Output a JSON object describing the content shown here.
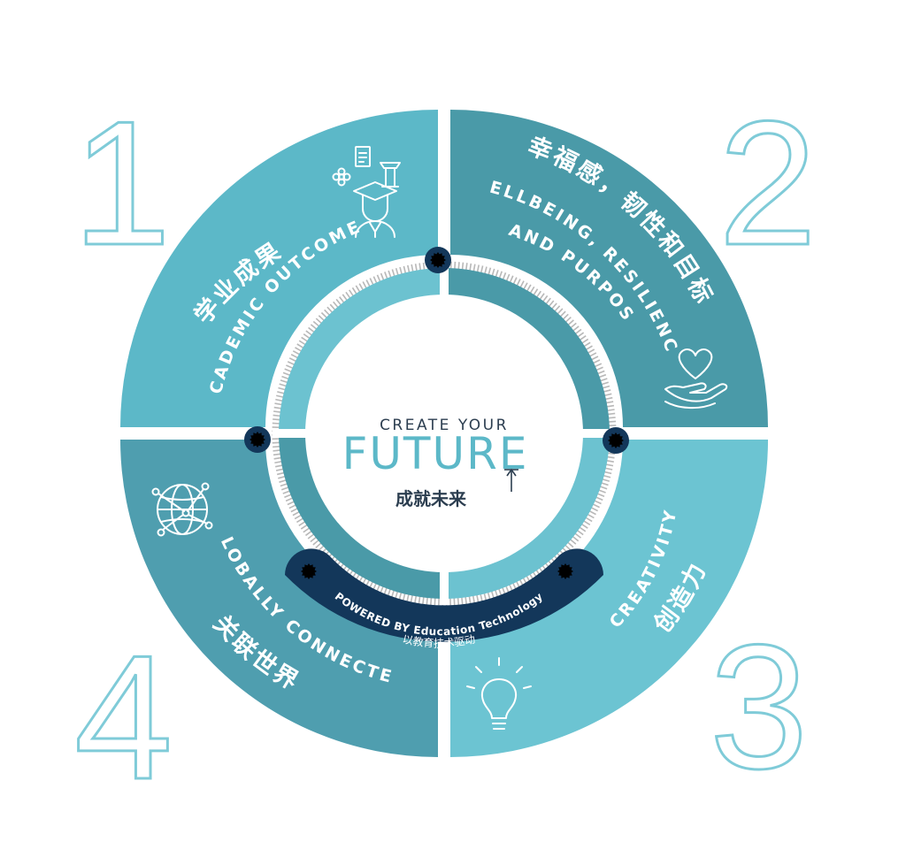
{
  "colors": {
    "q1": "#5cb8c8",
    "q2": "#4a9aa8",
    "q3": "#6cc4d2",
    "q4": "#4f9eaf",
    "inner_light": "#6cc2d0",
    "inner_dark": "#4a9aa8",
    "navy": "#13375a",
    "numeral_stroke": "#7fcbd8",
    "future_text": "#5cb8c8",
    "ticks": "#b8b8b8"
  },
  "numbers": {
    "n1": "1",
    "n2": "2",
    "n3": "3",
    "n4": "4"
  },
  "center": {
    "line1": "CREATE YOUR",
    "line2_main": "FUTUR",
    "line2_accent": "E",
    "line3": "成就未来"
  },
  "quadrants": {
    "q1": {
      "en": "ACADEMIC OUTCOMES",
      "cn": "学业成果",
      "icons": [
        "flower-icon",
        "document-icon",
        "pillar-icon",
        "graduate-icon"
      ]
    },
    "q2": {
      "cn": "幸福感，韧性和目标",
      "en1": "WELLBEING, RESILIENCE",
      "en2": "AND PURPOSE",
      "icons": [
        "heart-icon",
        "hand-icon"
      ]
    },
    "q3": {
      "en": "CREATIVITY",
      "cn": "创造力",
      "icons": [
        "lightbulb-icon"
      ]
    },
    "q4": {
      "en": "GLOBALLY CONNECTED",
      "cn": "关联世界",
      "icons": [
        "globe-network-icon"
      ]
    }
  },
  "band": {
    "en": "POWERED BY Education Technology",
    "cn": "以教育技术驱动"
  },
  "nodes": [
    "gear-icon",
    "gear-icon",
    "gear-icon",
    "gear-icon",
    "gear-icon"
  ]
}
